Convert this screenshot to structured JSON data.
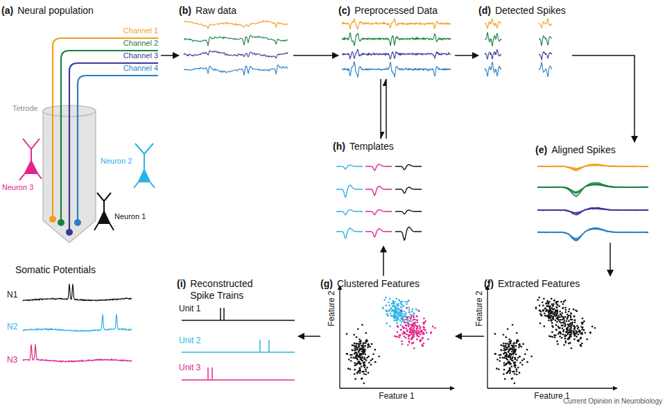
{
  "diagram": {
    "nodes": [
      {
        "text": [
          "(a)",
          "Neural population"
        ]
      },
      {
        "text": [
          "(b)",
          "Raw data"
        ]
      },
      {
        "text": [
          "(c)",
          "Preprocessed Data"
        ]
      },
      {
        "text": [
          "(d)",
          "Detected Spikes"
        ]
      },
      {
        "text": [
          "(e)",
          "Aligned Spikes"
        ]
      },
      {
        "text": [
          "(f)",
          "Extracted Features"
        ]
      },
      {
        "text": [
          "(g)",
          "Clustered Features"
        ]
      },
      {
        "text": [
          "(h)",
          "Templates"
        ]
      },
      {
        "text": [
          "(i)",
          "Reconstructed Spike Trains"
        ]
      },
      {
        "text": [
          "Somatic Potentials"
        ]
      }
    ],
    "edges": [
      {
        "from": 0,
        "to": 1,
        "arrow": "to"
      },
      {
        "from": 1,
        "to": 2,
        "arrow": "to"
      },
      {
        "from": 2,
        "to": 3,
        "arrow": "to"
      },
      {
        "from": 3,
        "to": 4,
        "arrow": "to"
      },
      {
        "from": 4,
        "to": 5,
        "arrow": "to"
      },
      {
        "from": 5,
        "to": 6,
        "arrow": "to"
      },
      {
        "from": 6,
        "to": 7,
        "arrow": "to"
      },
      {
        "from": 2,
        "to": 7,
        "arrow": "both"
      },
      {
        "from": 6,
        "to": 8,
        "arrow": "to"
      }
    ],
    "labels": [
      "Channel 1",
      "Channel 2",
      "Channel 3",
      "Channel 4",
      "Tetrode",
      "Neuron 3",
      "Neuron 2",
      "Neuron 1",
      "N1",
      "N2",
      "N3",
      "Unit 1",
      "Unit 2",
      "Unit 3",
      "Feature 2",
      "Feature 1",
      "Feature 2",
      "Feature 1",
      "Current Opinion in Neurobiology"
    ]
  }
}
